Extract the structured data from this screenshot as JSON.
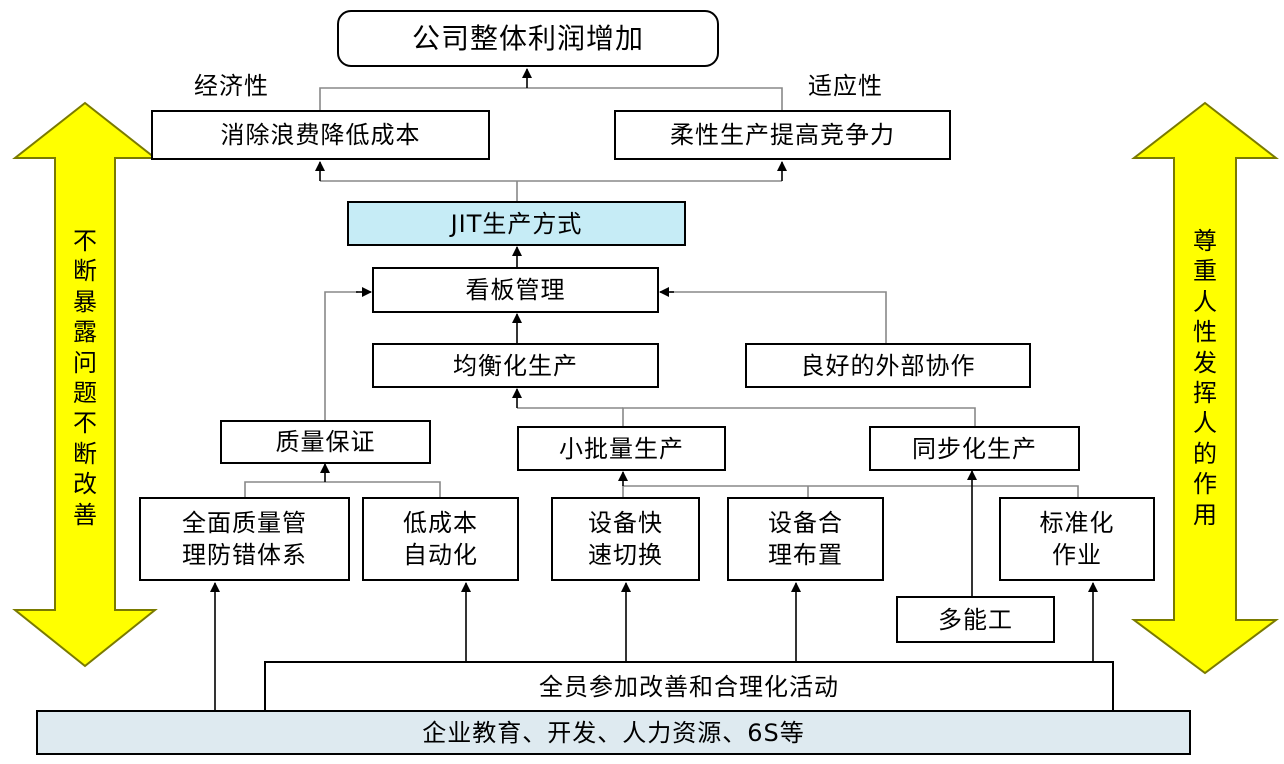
{
  "top_goal": "公司整体利润增加",
  "side_labels": {
    "left": "经济性",
    "right": "适应性"
  },
  "level2": {
    "left": "消除浪费降低成本",
    "right": "柔性生产提高竞争力"
  },
  "jit": "JIT生产方式",
  "kanban": "看板管理",
  "balanced": "均衡化生产",
  "external": "良好的外部协作",
  "quality": "质量保证",
  "small_batch": "小批量生产",
  "sync": "同步化生产",
  "foundation_items": {
    "tqm": "全面质量管\n理防错体系",
    "low_cost_auto": "低成本\n自动化",
    "quick_change": "设备快\n速切换",
    "layout": "设备合\n理布置",
    "standard": "标准化\n作业"
  },
  "multi_skill": "多能工",
  "all_staff": "全员参加改善和合理化活动",
  "base": "企业教育、开发、人力资源、6S等",
  "left_arrow_text": "不断暴露问题不断改善",
  "right_arrow_text": "尊重人性发挥人的作用",
  "colors": {
    "arrow_fill": "#ffff00",
    "arrow_stroke": "#7a7a00",
    "jit_fill": "#c6ecf6",
    "base_fill": "#deeaf0"
  }
}
